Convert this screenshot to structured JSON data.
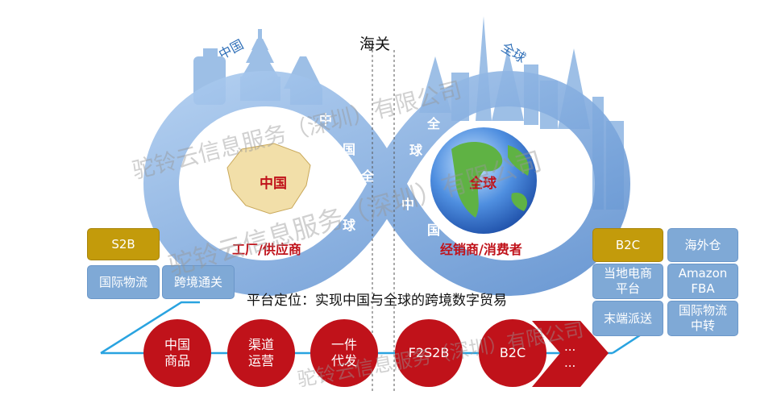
{
  "header": {
    "customs": "海关"
  },
  "labels": {
    "china_arc": "中国",
    "global_arc": "全球",
    "china_map": "中国",
    "global_globe": "全球",
    "factory": "工厂/供应商",
    "dealer": "经销商/消费者",
    "ring_left": [
      "中",
      "国",
      "全",
      "球"
    ],
    "ring_right": [
      "全",
      "球",
      "中",
      "国"
    ]
  },
  "positioning": "平台定位：实现中国与全球的跨境数字贸易",
  "left_boxes": {
    "s2b": "S2B",
    "logistics": "国际物流",
    "clearance": "跨境通关"
  },
  "right_boxes": {
    "b2c": "B2C",
    "overseas_warehouse": "海外仓",
    "local_platform": "当地电商\n平台",
    "amazon_fba": "Amazon\nFBA",
    "last_mile": "末端派送",
    "intl_transit": "国际物流\n中转"
  },
  "flow": [
    "中国\n商品",
    "渠道\n运营",
    "一件\n代发",
    "F2S2B",
    "B2C",
    "...\n..."
  ],
  "watermark": "驼铃云信息服务（深圳）有限公司",
  "colors": {
    "ring": "#6fa0d8",
    "ring_light": "#b9d3ee",
    "accent_red": "#c0121a",
    "box_blue": "#7fa9d6",
    "box_gold": "#c39b0b",
    "line_blue": "#29a3e0",
    "text_red": "#c0121a"
  }
}
